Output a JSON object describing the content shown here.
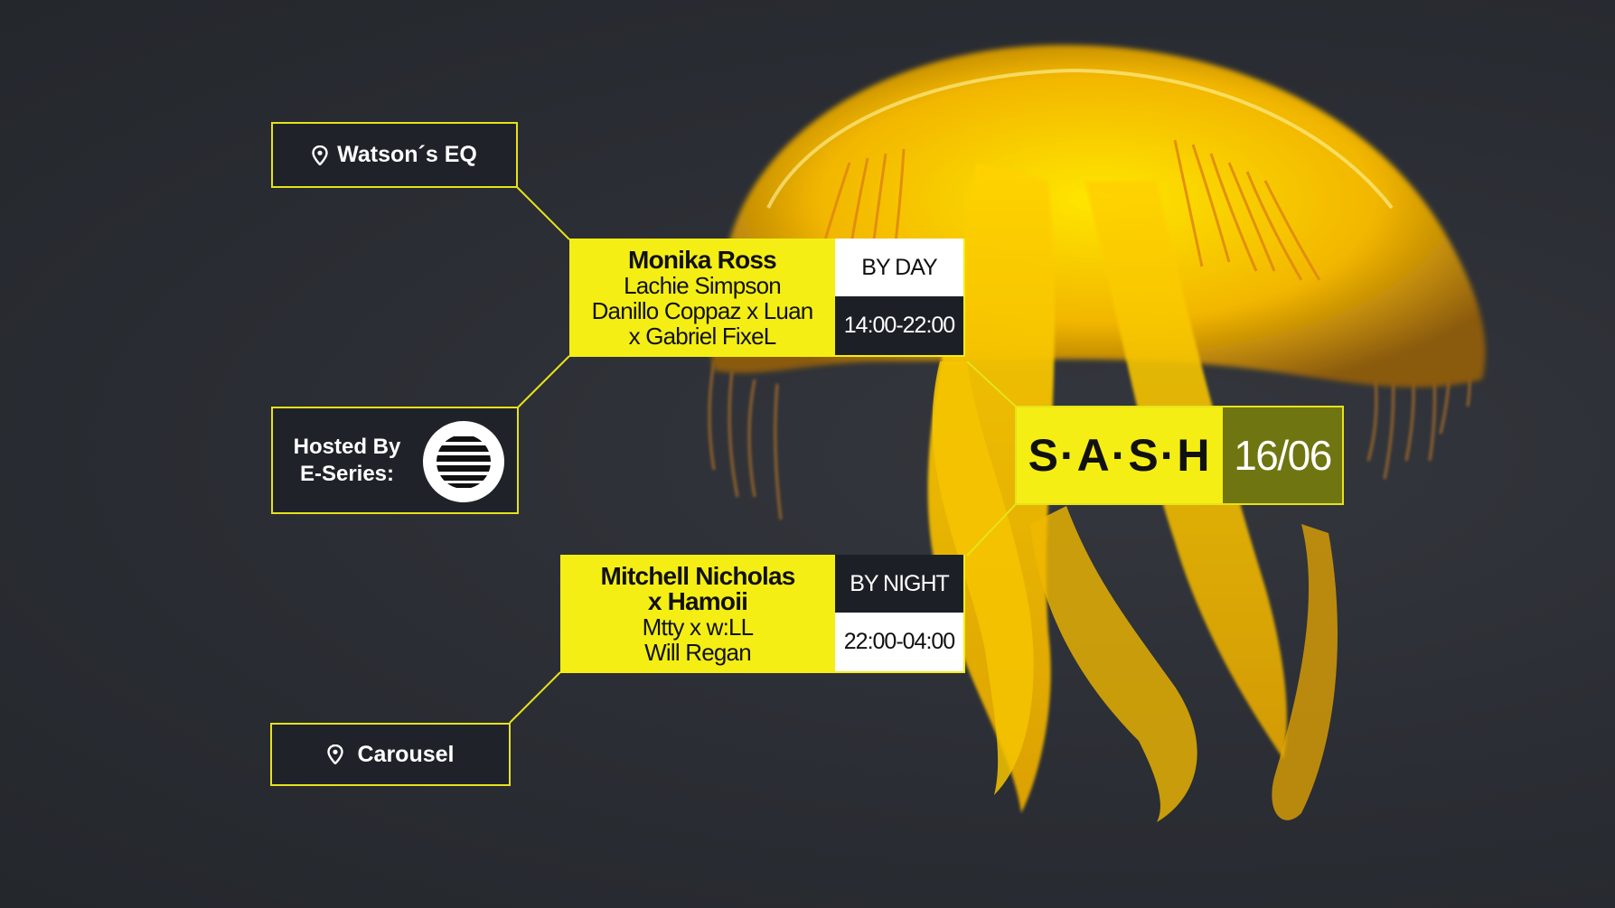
{
  "locations": {
    "top": {
      "label": "Watson´s EQ",
      "icon": "map-pin-icon"
    },
    "bottom": {
      "label": "Carousel",
      "icon": "map-pin-icon"
    }
  },
  "day": {
    "headliner": "Monika Ross",
    "lineup": [
      "Lachie Simpson",
      "Danillo Coppaz x Luan",
      "x Gabriel FixeL"
    ],
    "label": "BY DAY",
    "time": "14:00-22:00"
  },
  "night": {
    "headliners": [
      "Mitchell Nicholas",
      "x Hamoii"
    ],
    "lineup": [
      "Mtty x w:LL",
      "Will Regan"
    ],
    "label": "BY NIGHT",
    "time": "22:00-04:00"
  },
  "host": {
    "line1": "Hosted By",
    "line2": "E-Series:",
    "logo_icon": "e-series-striped-circle-logo"
  },
  "event": {
    "name": "S·A·S·H",
    "date": "16/06"
  },
  "colors": {
    "accent_yellow": "#f4ee15",
    "dark": "#1f2329",
    "date_olive": "#6f7510"
  }
}
